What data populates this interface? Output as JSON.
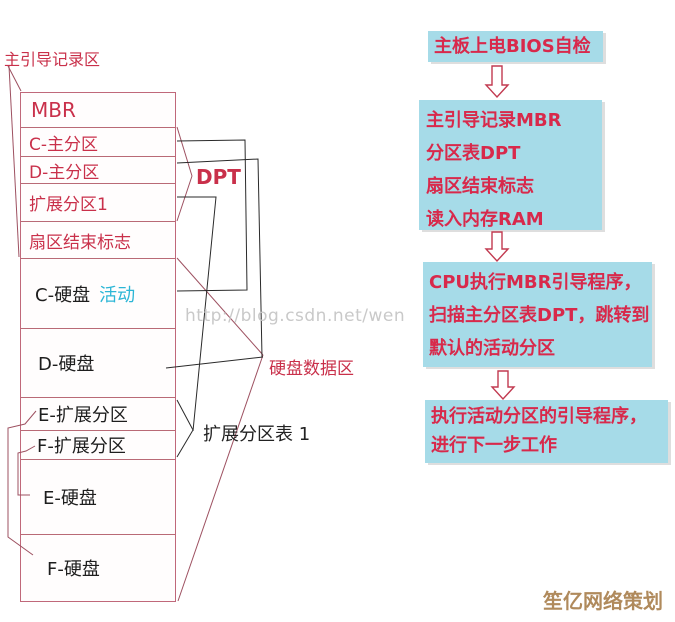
{
  "left_diagram": {
    "top_label": "主引导记录区",
    "rows": [
      {
        "text": "MBR"
      },
      {
        "text": "C-主分区"
      },
      {
        "text": "D-主分区"
      },
      {
        "text": "扩展分区1"
      },
      {
        "text": "扇区结束标志"
      },
      {
        "text": "C-硬盘",
        "badge": "活动"
      },
      {
        "text": "D-硬盘"
      },
      {
        "text": "E-扩展分区"
      },
      {
        "text": "F-扩展分区"
      },
      {
        "text": "E-硬盘"
      },
      {
        "text": "F-硬盘"
      }
    ],
    "labels": {
      "dpt": "DPT",
      "data_area": "硬盘数据区",
      "ext_table": "扩展分区表 1"
    }
  },
  "flowchart": {
    "steps": [
      {
        "lines": [
          "主板上电BIOS自检"
        ]
      },
      {
        "lines": [
          "主引导记录MBR",
          "分区表DPT",
          "扇区结束标志",
          "读入内存RAM"
        ]
      },
      {
        "lines": [
          "CPU执行MBR引导程序，",
          "扫描主分区表DPT，跳转到",
          "默认的活动分区"
        ]
      },
      {
        "lines": [
          "执行活动分区的引导程序，",
          "进行下一步工作"
        ]
      }
    ]
  },
  "watermark": "http://blog.csdn.net/wen",
  "brand": "笙亿网络策划",
  "colors": {
    "flow_box_fill": "#a6dbe8",
    "flow_text_red": "#d8294b",
    "diagram_border_red": "#c0687a",
    "row_text_red": "#c9304a",
    "active_cyan": "#2cb6d6",
    "brand_tan": "#b08a5c",
    "connector_red": "#9d5060",
    "connector_black": "#2a2a2a"
  }
}
